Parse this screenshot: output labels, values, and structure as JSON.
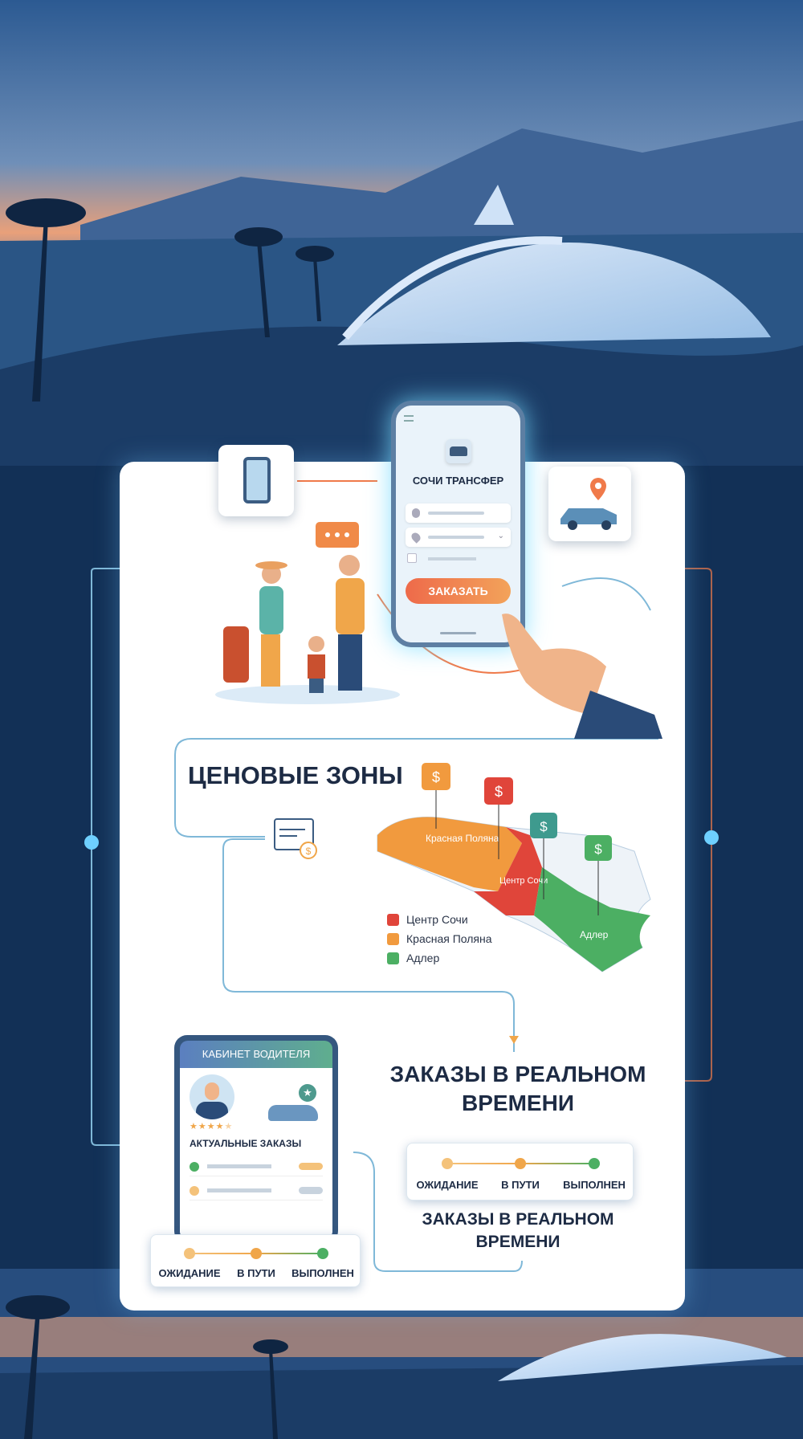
{
  "app_phone": {
    "title": "СОЧИ ТРАНСФЕР",
    "order_button": "ЗАКАЗАТЬ",
    "icons": [
      "menu-icon",
      "car-icon",
      "user-icon",
      "location-pin-icon",
      "checkbox-icon"
    ]
  },
  "price_zones": {
    "heading": "ЦЕНОВЫЕ ЗОНЫ",
    "map_labels": {
      "krasnaya": "Красная Поляна",
      "center": "Центр Сочи",
      "adler": "Адлер"
    },
    "legend": [
      {
        "label": "Центр Сочи",
        "color": "#e0453a"
      },
      {
        "label": "Красная Поляна",
        "color": "#f19a3e"
      },
      {
        "label": "Адлер",
        "color": "#4caf63"
      }
    ]
  },
  "driver_cabinet": {
    "title": "КАБИНЕТ ВОДИТЕЛЯ",
    "orders_heading": "АКТУАЛЬНЫЕ ЗАКАЗЫ",
    "rating": 4.5,
    "rating_max": 5
  },
  "realtime": {
    "heading": "ЗАКАЗЫ В РЕАЛЬНОМ ВРЕМЕНИ",
    "subheading": "ЗАКАЗЫ В РЕАЛЬНОМ ВРЕМЕНИ"
  },
  "statuses": [
    {
      "label": "ОЖИДАНИЕ",
      "color": "#f4c27a"
    },
    {
      "label": "В ПУТИ",
      "color": "#f0a64a"
    },
    {
      "label": "ВЫПОЛНЕН",
      "color": "#4caf63"
    }
  ],
  "colors": {
    "background": "#123056",
    "accent_orange": "#f07a4a",
    "accent_blue": "#7fb8d8"
  }
}
